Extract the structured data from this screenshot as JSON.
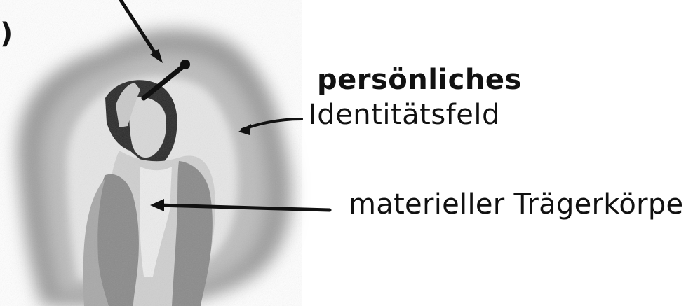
{
  "panel": {
    "letter": ")"
  },
  "labels": {
    "identity_field_line1": "persönliches",
    "identity_field_line2": "Identitätsfeld",
    "carrier_body": "materieller Trägerkörper"
  },
  "colors": {
    "aura_outer": "#9a9a9a",
    "aura_mid": "#bdbdbd",
    "aura_inner": "#e6e6e6",
    "figure_shade": "#8a8a8a",
    "figure_light": "#cfcfcf",
    "line": "#111111"
  }
}
